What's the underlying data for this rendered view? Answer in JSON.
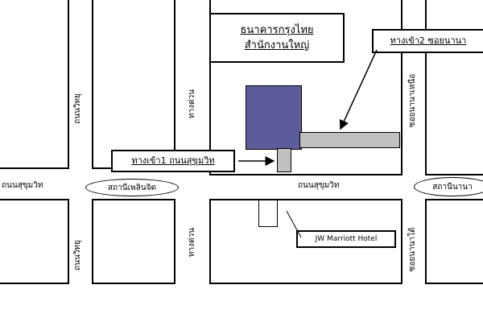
{
  "title": {
    "line1": "ธนาคารกรุงไทย",
    "line2": "สำนักงานใหญ่"
  },
  "entrances": {
    "entrance1": "ทางเข้า1 ถนนสุขุมวิท",
    "entrance2": "ทางเข้า2 ซอยนานา"
  },
  "roads": {
    "sukhumvit_left": "ถนนสุขุมวิท",
    "sukhumvit_center": "ถนนสุขุมวิท",
    "witthayu_top": "ถนนวิทยุ",
    "witthayu_bottom": "ถนนวิทยุ",
    "expressway_top": "ทางด่วน",
    "expressway_bottom": "ทางด่วน",
    "soi_nana_north": "ซอยนานาเหนือ",
    "soi_nana_south": "ซอยนานาใต้"
  },
  "stations": {
    "ploenchit": "สถานีเพลินจิต",
    "nana": "สถานีนานา"
  },
  "landmarks": {
    "jw_marriott": "JW Marriott Hotel"
  },
  "colors": {
    "building": "#5c5c9a",
    "gray_building": "#c0c0c0",
    "line": "#000000"
  }
}
